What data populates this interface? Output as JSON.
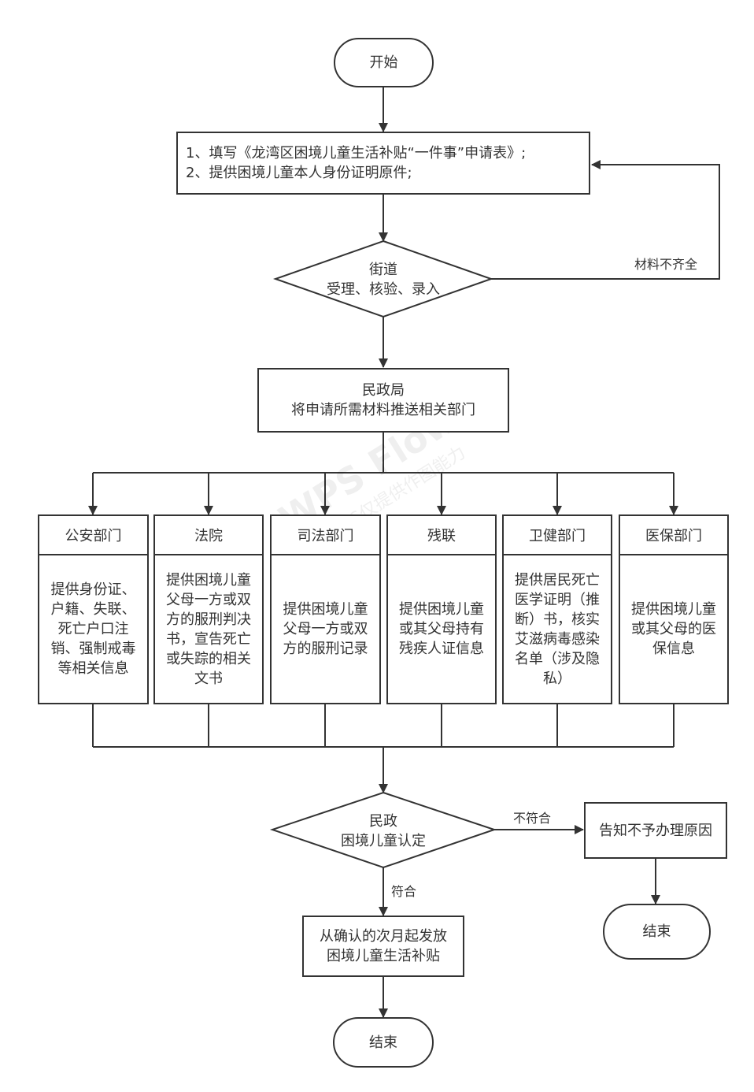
{
  "start": {
    "label": "开始"
  },
  "apply": {
    "lines": [
      "1、填写《龙湾区困境儿童生活补贴“一件事”申请表》;",
      "2、提供困境儿童本人身份证明原件;"
    ]
  },
  "street": {
    "lines": [
      "街道",
      "受理、核验、录入"
    ]
  },
  "incomplete_label": "材料不齐全",
  "civil": {
    "lines": [
      "民政局",
      "将申请所需材料推送相关部门"
    ]
  },
  "departments": [
    {
      "name": "公安部门",
      "desc": "提供身份证、户籍、失联、死亡户口注销、强制戒毒等相关信息"
    },
    {
      "name": "法院",
      "desc": "提供困境儿童父母一方或双方的服刑判决书，宣告死亡或失踪的相关文书"
    },
    {
      "name": "司法部门",
      "desc": "提供困境儿童父母一方或双方的服刑记录"
    },
    {
      "name": "残联",
      "desc": "提供困境儿童或其父母持有残疾人证信息"
    },
    {
      "name": "卫健部门",
      "desc": "提供居民死亡医学证明（推断）书，核实艾滋病毒感染名单（涉及隐私）"
    },
    {
      "name": "医保部门",
      "desc": "提供困境儿童或其父母的医保信息"
    }
  ],
  "decision": {
    "lines": [
      "民政",
      "困境儿童认定"
    ]
  },
  "reject_label": "不符合",
  "accept_label": "符合",
  "notify": {
    "label": "告知不予办理原因"
  },
  "end_right": {
    "label": "结束"
  },
  "grant": {
    "lines": [
      "从确认的次月起发放",
      "困境儿童生活补贴"
    ]
  },
  "end_bottom": {
    "label": "结束"
  },
  "watermark": {
    "main": "WPS Flow",
    "sub": "WPS仅提供作图能力"
  },
  "colors": {
    "stroke": "#333333",
    "text": "#333333",
    "background": "#ffffff"
  }
}
